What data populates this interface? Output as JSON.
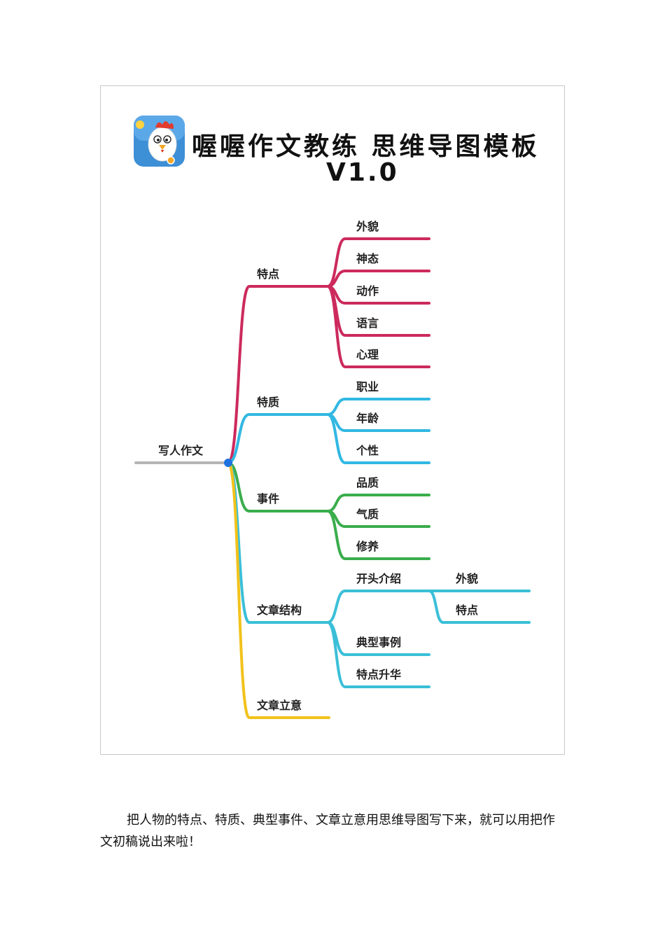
{
  "figure": {
    "title_line1": "喔喔作文教练 思维导图模板",
    "title_line2": "V1.0",
    "logo": {
      "icon": "rooster-app-icon",
      "bg_color": "#3d8fd6"
    },
    "root": {
      "label": "写人作文",
      "line_color": "#b5b5b5",
      "dot_color": "#1f73e0"
    },
    "branches": [
      {
        "label": "特点",
        "color": "#cc2a5d",
        "children": [
          {
            "label": "外貌"
          },
          {
            "label": "神态"
          },
          {
            "label": "动作"
          },
          {
            "label": "语言"
          },
          {
            "label": "心理"
          }
        ]
      },
      {
        "label": "特质",
        "color": "#31b8e2",
        "children": [
          {
            "label": "职业"
          },
          {
            "label": "年龄"
          },
          {
            "label": "个性"
          }
        ]
      },
      {
        "label": "事件",
        "color": "#3aad4c",
        "children": [
          {
            "label": "品质"
          },
          {
            "label": "气质"
          },
          {
            "label": "修养"
          }
        ]
      },
      {
        "label": "文章结构",
        "color": "#3bbfd8",
        "children": [
          {
            "label": "开头介绍",
            "children": [
              {
                "label": "外貌"
              },
              {
                "label": "特点"
              }
            ]
          },
          {
            "label": "典型事例"
          },
          {
            "label": "特点升华"
          }
        ]
      },
      {
        "label": "文章立意",
        "color": "#f2c21b",
        "children": []
      }
    ]
  },
  "caption": "把人物的特点、特质、典型事件、文章立意用思维导图写下来，就可以用把作文初稿说出来啦！"
}
